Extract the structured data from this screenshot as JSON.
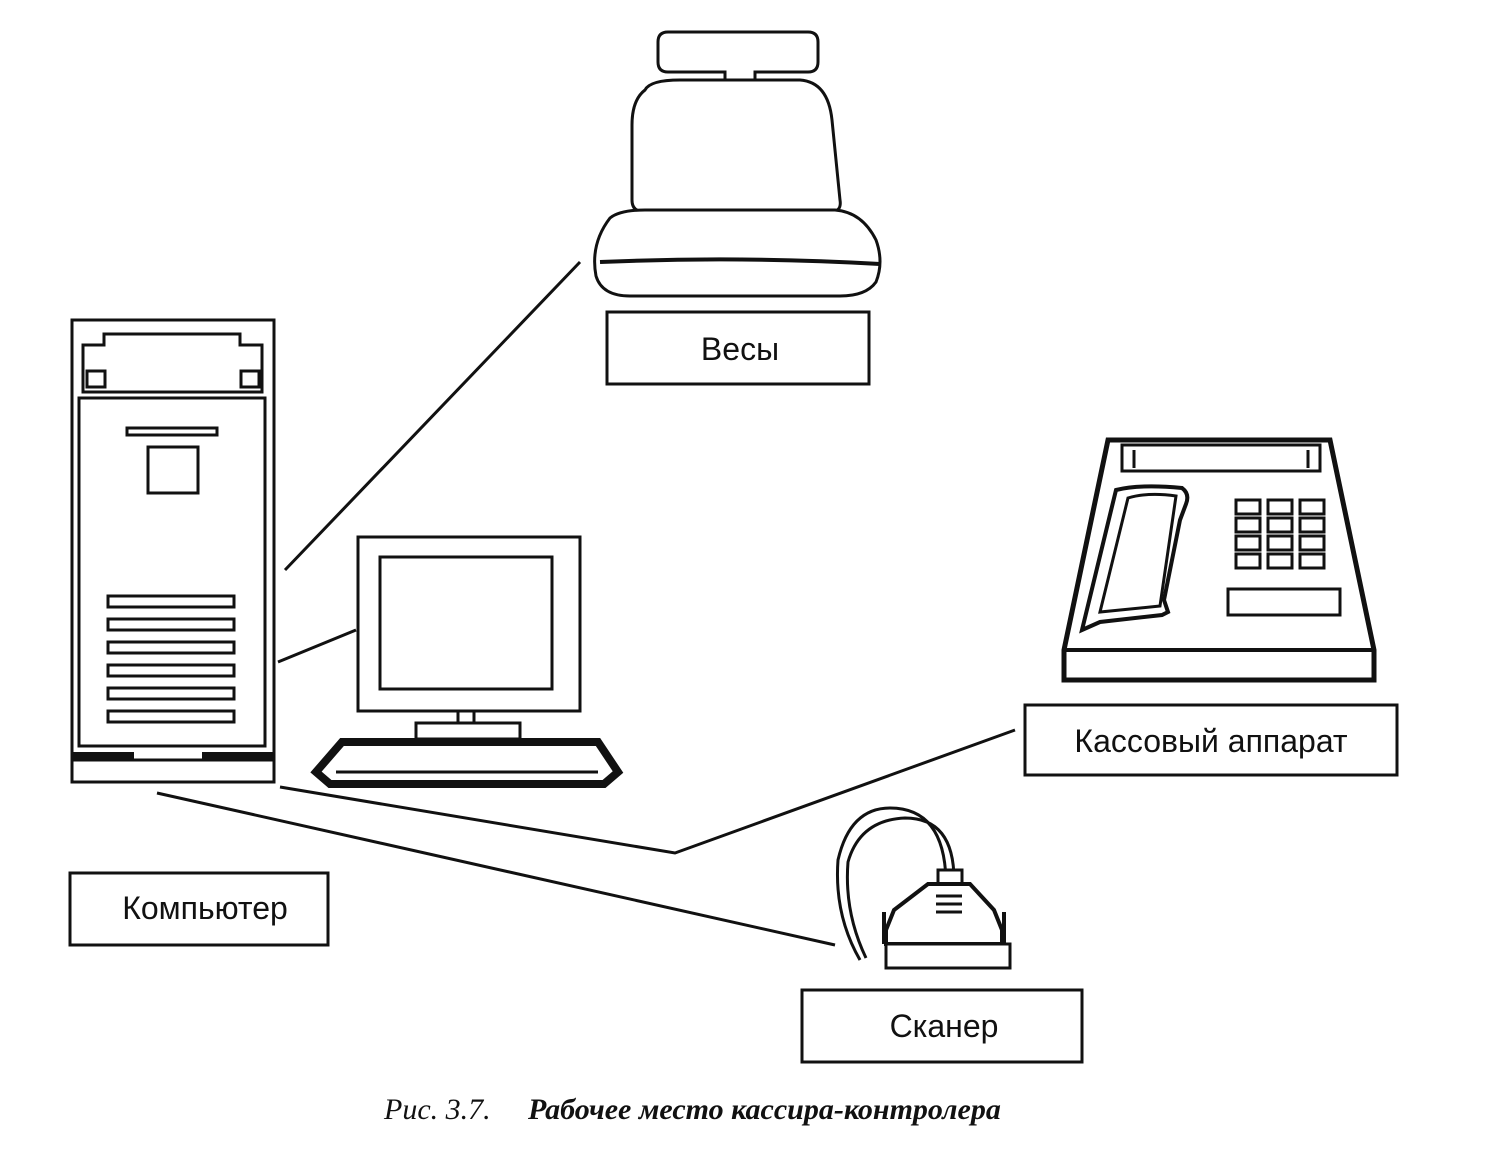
{
  "labels": {
    "scales": "Весы",
    "computer": "Компьютер",
    "cash_register": "Кассовый аппарат",
    "scanner": "Сканер"
  },
  "caption": {
    "number": "Рис. 3.7.",
    "title": "Рабочее место кассира-контролера"
  },
  "colors": {
    "ink": "#111111",
    "background": "#ffffff"
  },
  "icons": [
    "scales-icon",
    "computer-tower-icon",
    "monitor-icon",
    "keyboard-icon",
    "cash-register-icon",
    "scanner-icon"
  ]
}
